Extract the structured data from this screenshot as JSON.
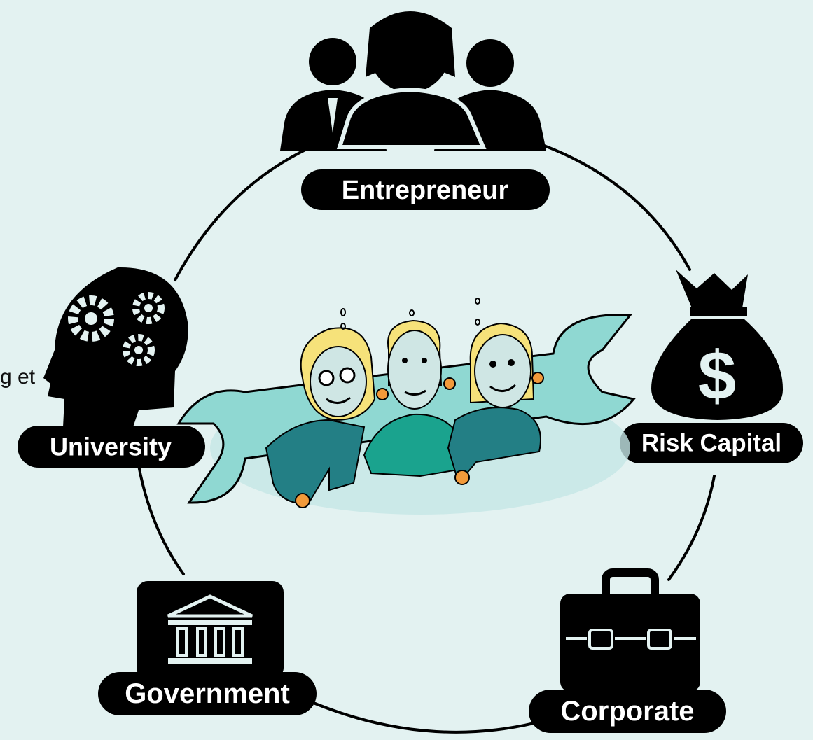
{
  "nodes": {
    "entrepreneur": "Entrepreneur",
    "university": "University",
    "risk_capital": "Risk Capital",
    "government": "Government",
    "corporate": "Corporate"
  },
  "edge_text": "g et",
  "icons": [
    "people-group-icon",
    "head-gears-icon",
    "money-bag-icon",
    "bank-building-icon",
    "briefcase-icon",
    "team-wrench-illustration"
  ],
  "colors": {
    "background": "#e3f2f1",
    "icon": "#000000",
    "wrench": "#8fd8d2",
    "shirt_dark": "#237f85",
    "shirt_mid": "#1aa38e",
    "hair": "#f6e27a"
  }
}
